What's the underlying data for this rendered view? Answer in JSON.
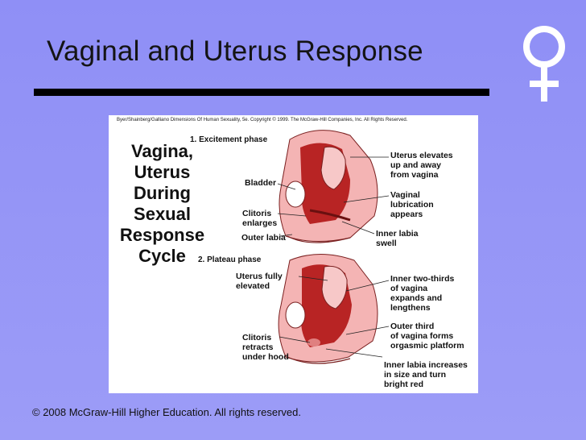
{
  "slide": {
    "title": "Vaginal and Uterus Response",
    "footer": "©  2008 McGraw-Hill Higher Education. All rights reserved."
  },
  "figure": {
    "credit": "Byer/Shainberg/Galliano  Dimensions Of Human Sexuality, 5e. Copyright © 1999. The McGraw-Hill Companies, Inc. All Rights Reserved.",
    "heading": "Vagina,\nUterus\nDuring\nSexual\nResponse\nCycle",
    "phase1": {
      "title": "1.  Excitement phase",
      "labels": {
        "bladder": "Bladder",
        "clitoris": "Clitoris\nenlarges",
        "outer_labia": "Outer labia",
        "uterus": "Uterus elevates\nup and away\nfrom vagina",
        "lubrication": "Vaginal\nlubrication\nappears",
        "inner_labia": "Inner labia\nswell"
      }
    },
    "phase2": {
      "title": "2.  Plateau phase",
      "labels": {
        "uterus": "Uterus fully\nelevated",
        "clitoris": "Clitoris\nretracts\nunder hood",
        "inner_two_thirds": "Inner two-thirds\nof vagina\nexpands and\nlengthens",
        "outer_third": "Outer third\nof vagina forms\norgasmic platform",
        "inner_labia": "Inner labia increases\nin size and turn\nbright red"
      }
    }
  },
  "colors": {
    "background": "#9595f6",
    "tissue_dark": "#a81e1e",
    "tissue_light": "#f4b4b4"
  }
}
